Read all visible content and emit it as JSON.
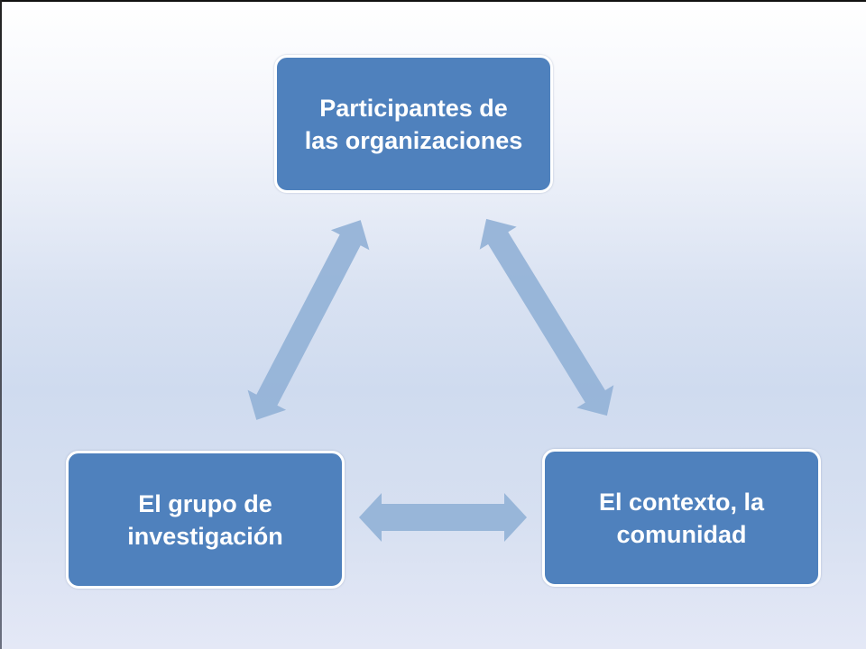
{
  "diagram": {
    "type": "cycle-triangle",
    "nodes": [
      {
        "id": "top",
        "line1": "Participantes de",
        "line2": "las organizaciones"
      },
      {
        "id": "left",
        "line1": "El grupo de",
        "line2": "investigación"
      },
      {
        "id": "right",
        "line1": "El contexto, la",
        "line2": "comunidad"
      }
    ],
    "connections": [
      {
        "from": "left",
        "to": "top",
        "type": "bidirectional-arrow"
      },
      {
        "from": "top",
        "to": "right",
        "type": "bidirectional-arrow"
      },
      {
        "from": "left",
        "to": "right",
        "type": "bidirectional-arrow"
      }
    ],
    "colors": {
      "node_fill": "#4f81bd",
      "node_border": "#ffffff",
      "node_text": "#ffffff",
      "arrow_fill": "#95b3d7",
      "background_top": "#ffffff",
      "background_mid": "#cfdbef"
    }
  }
}
